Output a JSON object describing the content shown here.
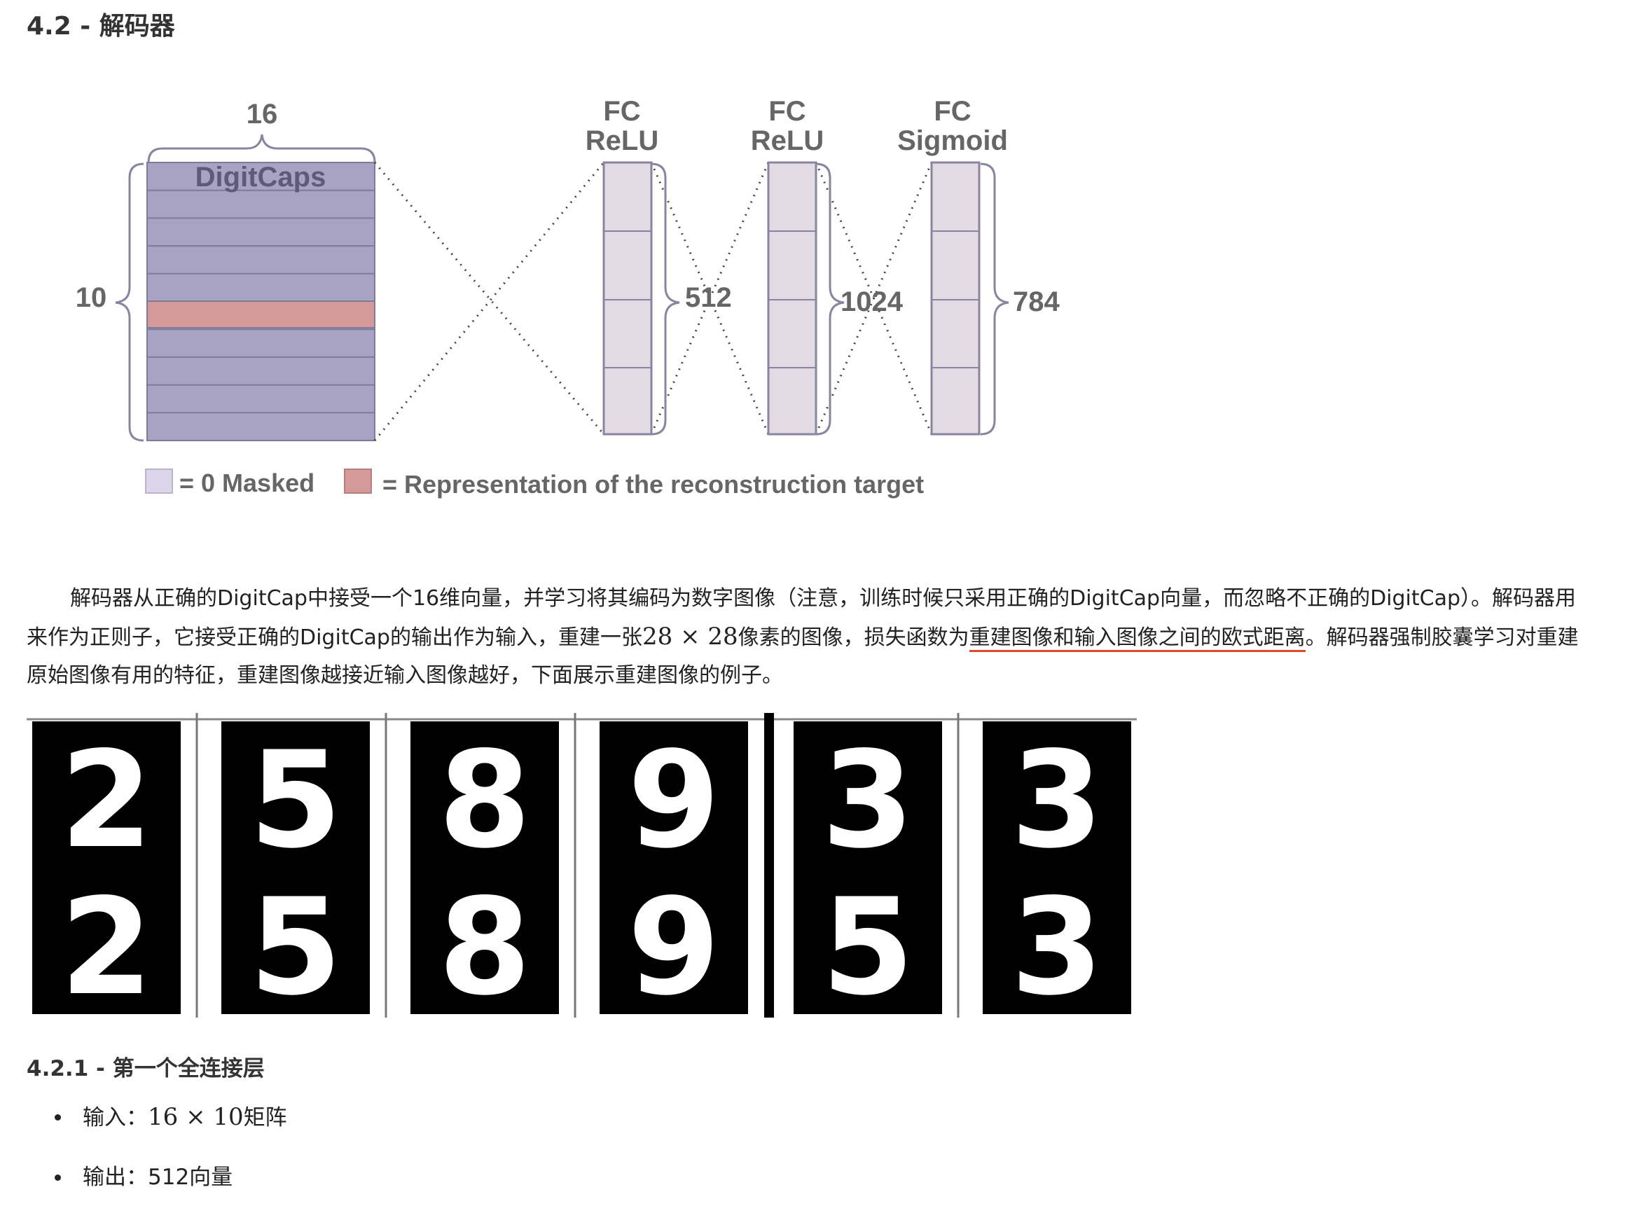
{
  "section": {
    "title": "4.2 - 解码器"
  },
  "diagram": {
    "digitcaps": {
      "label": "DigitCaps",
      "width_label": "16",
      "height_label": "10"
    },
    "layers": [
      {
        "name": "FC",
        "activation": "ReLU",
        "size": "512"
      },
      {
        "name": "FC",
        "activation": "ReLU",
        "size": "1024"
      },
      {
        "name": "FC",
        "activation": "Sigmoid",
        "size": "784"
      }
    ],
    "legend": {
      "masked": "= 0 Masked",
      "target": "= Representation of the reconstruction target"
    },
    "colors": {
      "masked": "#a8a3c2",
      "target": "#d49a9a",
      "fc": "#e2dbe6",
      "border": "#8a859f"
    }
  },
  "paragraph": {
    "part1": "解码器从正确的DigitCap中接受一个16维向量，并学习将其编码为数字图像（注意，训练时候只采用正确的DigitCap向量，而忽略不正确的DigitCap）。解码器用来作为正则子，它接受正确的DigitCap的输出作为输入，重建一张",
    "math": "28 × 28",
    "part2": "像素的图像，损失函数为",
    "underlined": "重建图像和输入图像之间的欧式距离",
    "part3": "。解码器强制胶囊学习对重建原始图像有用的特征，重建图像越接近输入图像越好，下面展示重建图像的例子。"
  },
  "digits": {
    "top_row": [
      "2",
      "5",
      "8",
      "9",
      "3",
      "3"
    ],
    "bottom_row": [
      "2",
      "5",
      "8",
      "9",
      "5",
      "3"
    ]
  },
  "subsection": {
    "title": "4.2.1 - 第一个全连接层"
  },
  "bullets": [
    {
      "label": "输入：",
      "math": "16 × 10",
      "suffix": "矩阵"
    },
    {
      "label": "输出：",
      "math": "",
      "suffix": "512向量"
    }
  ]
}
